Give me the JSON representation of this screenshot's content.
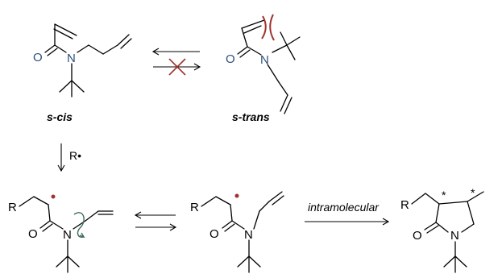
{
  "labels": {
    "s_cis": "s-cis",
    "s_trans": "s-trans",
    "reagent": "R•",
    "intramolecular": "intramolecular"
  },
  "atoms": {
    "oxygen": "O",
    "nitrogen": "N",
    "r_group": "R",
    "stereo_mark": "*"
  },
  "colors": {
    "heteroatom": "#2e4f7a",
    "steric_clash": "#a0322d",
    "radical_dot": "#a0322d",
    "rotation_arrow": "#3d6b5a"
  }
}
